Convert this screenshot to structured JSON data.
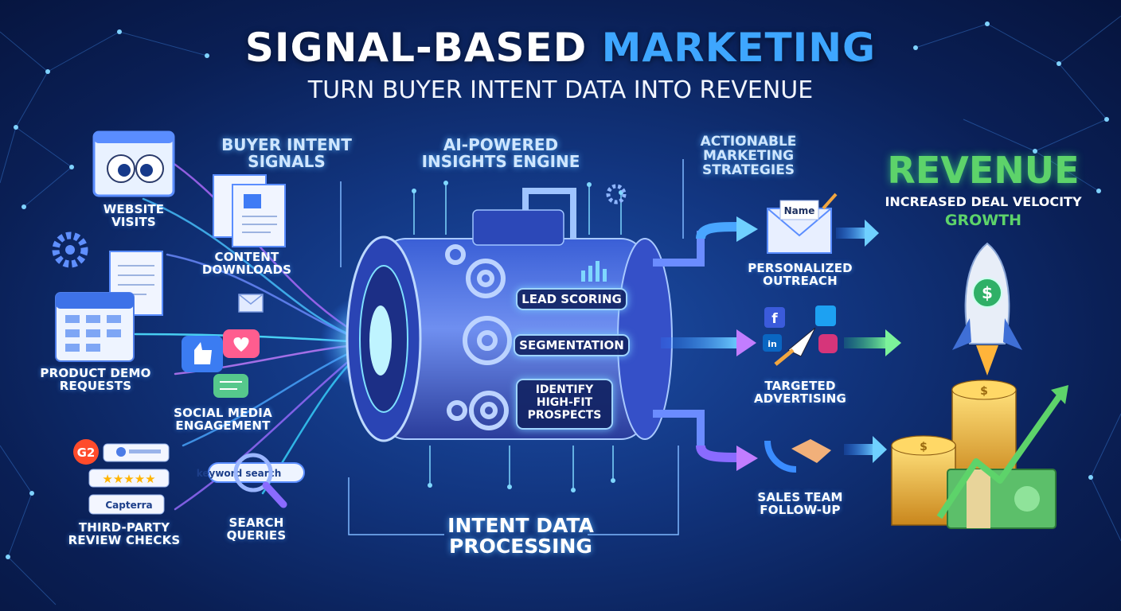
{
  "header": {
    "title_part1": "SIGNAL-BASED",
    "title_part2": "MARKETING",
    "subtitle": "TURN BUYER INTENT DATA INTO REVENUE"
  },
  "sections": {
    "signals": "BUYER INTENT\nSIGNALS",
    "engine": "AI-POWERED\nINSIGHTS ENGINE",
    "strategies": "ACTIONABLE\nMARKETING\nSTRATEGIES",
    "processing": "INTENT DATA\nPROCESSING"
  },
  "signals": {
    "website": "WEBSITE\nVISITS",
    "content": "CONTENT\nDOWNLOADS",
    "demo": "PRODUCT DEMO\nREQUESTS",
    "social": "SOCIAL MEDIA\nENGAGEMENT",
    "review": "THIRD-PARTY\nREVIEW CHECKS",
    "search": "SEARCH\nQUERIES"
  },
  "icon_text": {
    "g2": "G2",
    "capterra": "Capterra",
    "search_box": "keyword search",
    "envelope_name": "Name"
  },
  "engine_labels": {
    "lead_scoring": "LEAD SCORING",
    "segmentation": "SEGMENTATION",
    "prospects": "IDENTIFY\nHIGH-FIT\nPROSPECTS"
  },
  "strategies": {
    "outreach": "PERSONALIZED\nOUTREACH",
    "advertising": "TARGETED\nADVERTISING",
    "sales": "SALES TEAM\nFOLLOW-UP"
  },
  "revenue": {
    "title": "REVENUE",
    "line1": "INCREASED DEAL VELOCITY",
    "line2": "GROWTH"
  },
  "colors": {
    "title_accent": "#3ea6ff",
    "revenue_green": "#5dd36a",
    "pill_border": "#9fd4ff"
  }
}
